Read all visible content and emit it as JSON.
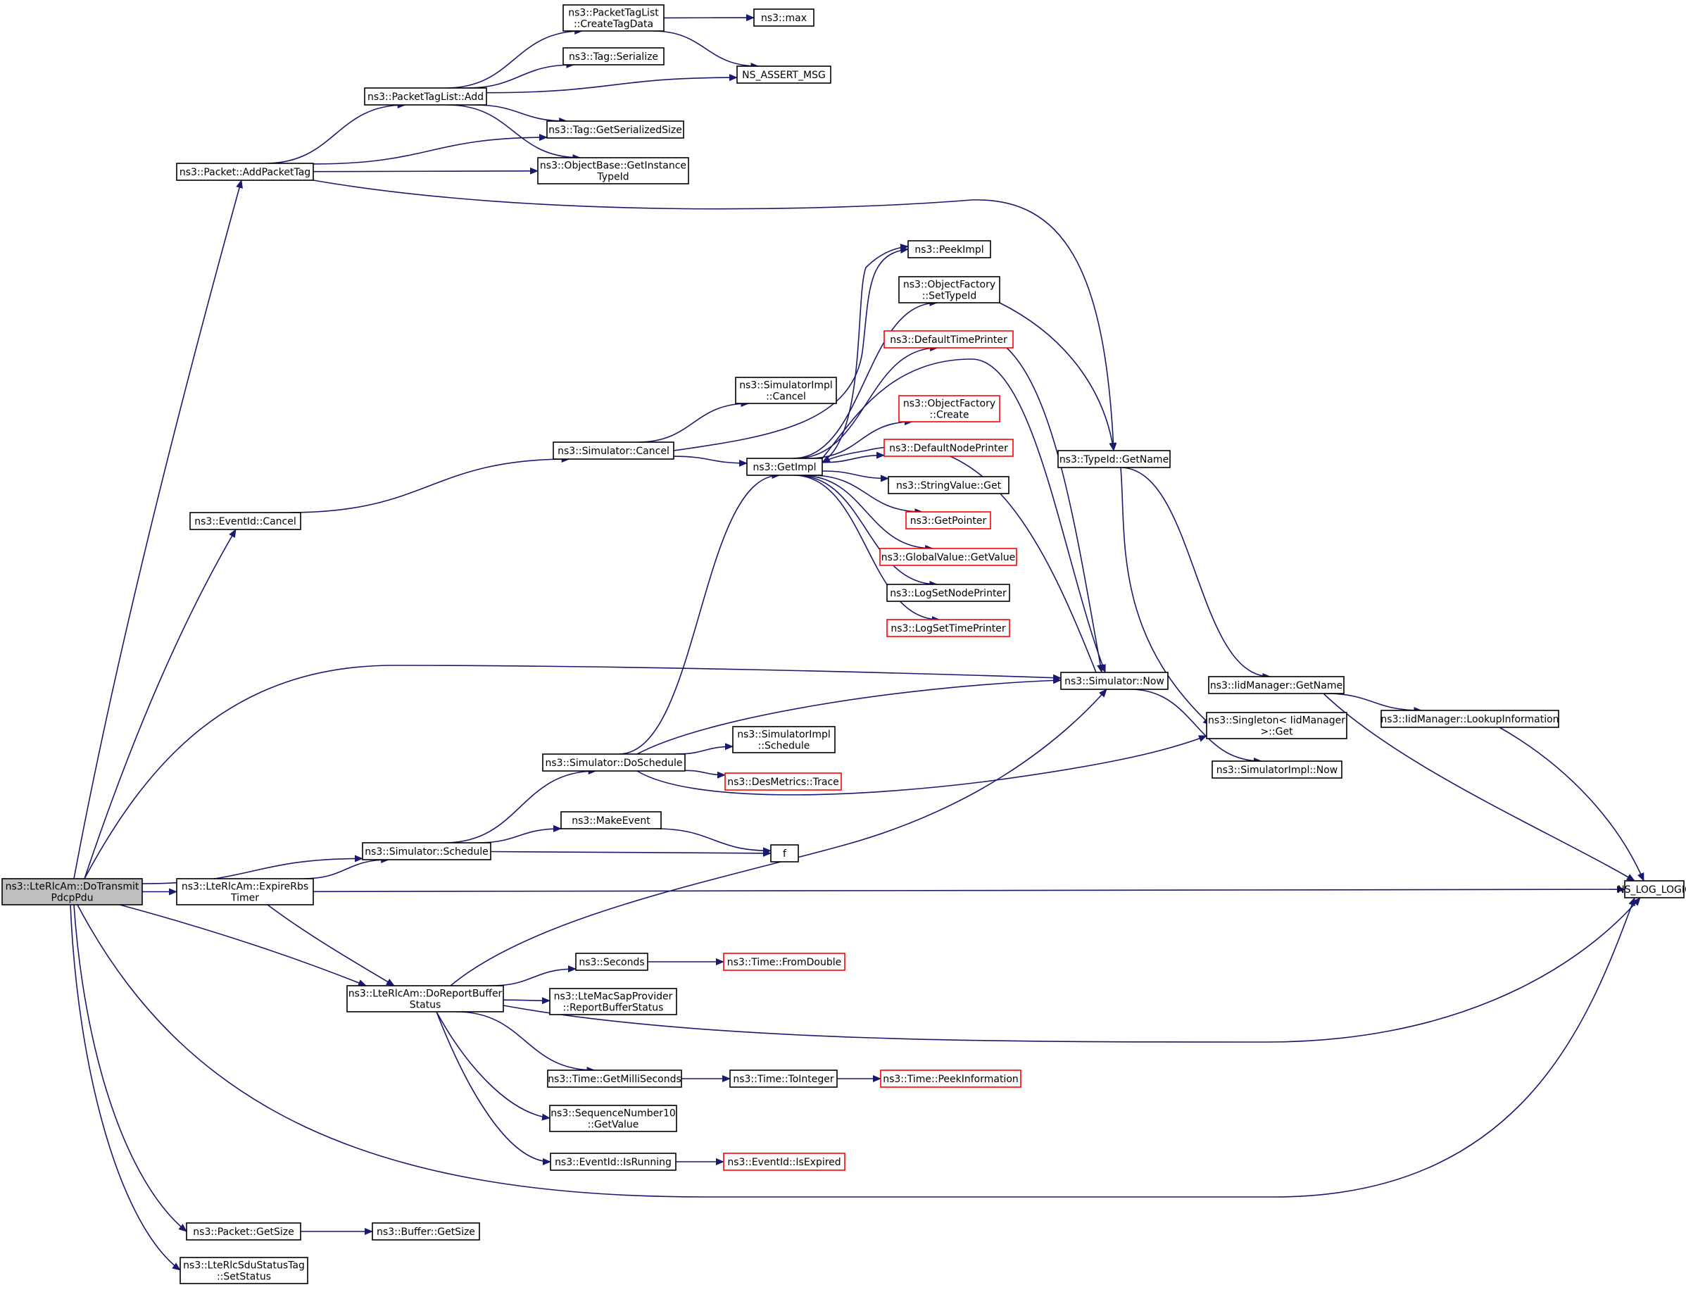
{
  "colors": {
    "edge": "#191970",
    "node_border": "#000000",
    "node_border_truncated": "#ff0000",
    "root_fill": "#bfbfbf",
    "node_fill": "#ffffff"
  },
  "nodes": [
    {
      "id": "root",
      "lines": [
        "ns3::LteRlcAm::DoTransmit",
        "PdcpPdu"
      ],
      "style": "root"
    },
    {
      "id": "addpackettag",
      "lines": [
        "ns3::Packet::AddPacketTag"
      ]
    },
    {
      "id": "eventidcancel",
      "lines": [
        "ns3::EventId::Cancel"
      ]
    },
    {
      "id": "expirerbs",
      "lines": [
        "ns3::LteRlcAm::ExpireRbs",
        "Timer"
      ]
    },
    {
      "id": "doreportbuffer",
      "lines": [
        "ns3::LteRlcAm::DoReportBuffer",
        "Status"
      ]
    },
    {
      "id": "packetgetsize",
      "lines": [
        "ns3::Packet::GetSize"
      ]
    },
    {
      "id": "setstatus",
      "lines": [
        "ns3::LteRlcSduStatusTag",
        "::SetStatus"
      ]
    },
    {
      "id": "ptladd",
      "lines": [
        "ns3::PacketTagList::Add"
      ]
    },
    {
      "id": "createtagdata",
      "lines": [
        "ns3::PacketTagList",
        "::CreateTagData"
      ]
    },
    {
      "id": "max",
      "lines": [
        "ns3::max"
      ]
    },
    {
      "id": "tagserialize",
      "lines": [
        "ns3::Tag::Serialize"
      ]
    },
    {
      "id": "nsassert",
      "lines": [
        "NS_ASSERT_MSG"
      ]
    },
    {
      "id": "taggetsersize",
      "lines": [
        "ns3::Tag::GetSerializedSize"
      ]
    },
    {
      "id": "getinstancetypeid",
      "lines": [
        "ns3::ObjectBase::GetInstance",
        "TypeId"
      ]
    },
    {
      "id": "simcancel",
      "lines": [
        "ns3::Simulator::Cancel"
      ]
    },
    {
      "id": "simimplcancel",
      "lines": [
        "ns3::SimulatorImpl",
        "::Cancel"
      ]
    },
    {
      "id": "getimpl",
      "lines": [
        "ns3::GetImpl"
      ]
    },
    {
      "id": "peekimpl",
      "lines": [
        "ns3::PeekImpl"
      ]
    },
    {
      "id": "ofsettypeid",
      "lines": [
        "ns3::ObjectFactory",
        "::SetTypeId"
      ]
    },
    {
      "id": "defaulttimeprinter",
      "lines": [
        "ns3::DefaultTimePrinter"
      ],
      "style": "truncated"
    },
    {
      "id": "ofcreate",
      "lines": [
        "ns3::ObjectFactory",
        "::Create"
      ],
      "style": "truncated"
    },
    {
      "id": "defaultnodeprinter",
      "lines": [
        "ns3::DefaultNodePrinter"
      ],
      "style": "truncated"
    },
    {
      "id": "stringvalueget",
      "lines": [
        "ns3::StringValue::Get"
      ]
    },
    {
      "id": "getpointer",
      "lines": [
        "ns3::GetPointer"
      ],
      "style": "truncated"
    },
    {
      "id": "globalvaluegetvalue",
      "lines": [
        "ns3::GlobalValue::GetValue"
      ],
      "style": "truncated"
    },
    {
      "id": "logsetnodeprinter",
      "lines": [
        "ns3::LogSetNodePrinter"
      ]
    },
    {
      "id": "logsettimeprinter",
      "lines": [
        "ns3::LogSetTimePrinter"
      ],
      "style": "truncated"
    },
    {
      "id": "typeidgetname",
      "lines": [
        "ns3::TypeId::GetName"
      ]
    },
    {
      "id": "simnow",
      "lines": [
        "ns3::Simulator::Now"
      ]
    },
    {
      "id": "iidgetname",
      "lines": [
        "ns3::IidManager::GetName"
      ]
    },
    {
      "id": "lookupinfo",
      "lines": [
        "ns3::IidManager::LookupInformation"
      ]
    },
    {
      "id": "singletonget",
      "lines": [
        "ns3::Singleton< IidManager",
        " >::Get"
      ]
    },
    {
      "id": "simimplnow",
      "lines": [
        "ns3::SimulatorImpl::Now"
      ]
    },
    {
      "id": "simdoschedule",
      "lines": [
        "ns3::Simulator::DoSchedule"
      ]
    },
    {
      "id": "simimplschedule",
      "lines": [
        "ns3::SimulatorImpl",
        "::Schedule"
      ]
    },
    {
      "id": "desmetricstrace",
      "lines": [
        "ns3::DesMetrics::Trace"
      ],
      "style": "truncated"
    },
    {
      "id": "makeevent",
      "lines": [
        "ns3::MakeEvent"
      ]
    },
    {
      "id": "simschedule",
      "lines": [
        "ns3::Simulator::Schedule"
      ]
    },
    {
      "id": "f",
      "lines": [
        "f"
      ]
    },
    {
      "id": "nsloglogic",
      "lines": [
        "NS_LOG_LOGIC"
      ]
    },
    {
      "id": "seconds",
      "lines": [
        "ns3::Seconds"
      ]
    },
    {
      "id": "timefromdouble",
      "lines": [
        "ns3::Time::FromDouble"
      ],
      "style": "truncated"
    },
    {
      "id": "reportbufferstatus",
      "lines": [
        "ns3::LteMacSapProvider",
        "::ReportBufferStatus"
      ]
    },
    {
      "id": "getmilliseconds",
      "lines": [
        "ns3::Time::GetMilliSeconds"
      ]
    },
    {
      "id": "tointeger",
      "lines": [
        "ns3::Time::ToInteger"
      ]
    },
    {
      "id": "peekinformation",
      "lines": [
        "ns3::Time::PeekInformation"
      ],
      "style": "truncated"
    },
    {
      "id": "seqnumgetvalue",
      "lines": [
        "ns3::SequenceNumber10",
        "::GetValue"
      ]
    },
    {
      "id": "isrunning",
      "lines": [
        "ns3::EventId::IsRunning"
      ]
    },
    {
      "id": "isexpired",
      "lines": [
        "ns3::EventId::IsExpired"
      ],
      "style": "truncated"
    },
    {
      "id": "buffergetsize",
      "lines": [
        "ns3::Buffer::GetSize"
      ]
    }
  ],
  "edges": [
    [
      "root",
      "addpackettag"
    ],
    [
      "root",
      "eventidcancel"
    ],
    [
      "root",
      "simnow"
    ],
    [
      "root",
      "simschedule"
    ],
    [
      "root",
      "expirerbs"
    ],
    [
      "root",
      "doreportbuffer"
    ],
    [
      "root",
      "nsloglogic"
    ],
    [
      "root",
      "packetgetsize"
    ],
    [
      "root",
      "setstatus"
    ],
    [
      "addpackettag",
      "ptladd"
    ],
    [
      "addpackettag",
      "taggetsersize"
    ],
    [
      "addpackettag",
      "getinstancetypeid"
    ],
    [
      "addpackettag",
      "typeidgetname"
    ],
    [
      "ptladd",
      "createtagdata"
    ],
    [
      "ptladd",
      "tagserialize"
    ],
    [
      "ptladd",
      "nsassert"
    ],
    [
      "ptladd",
      "taggetsersize"
    ],
    [
      "ptladd",
      "getinstancetypeid"
    ],
    [
      "createtagdata",
      "max"
    ],
    [
      "createtagdata",
      "nsassert"
    ],
    [
      "eventidcancel",
      "simcancel"
    ],
    [
      "simcancel",
      "simimplcancel"
    ],
    [
      "simcancel",
      "getimpl"
    ],
    [
      "simcancel",
      "peekimpl"
    ],
    [
      "getimpl",
      "peekimpl"
    ],
    [
      "getimpl",
      "ofsettypeid"
    ],
    [
      "getimpl",
      "defaulttimeprinter"
    ],
    [
      "getimpl",
      "simnow"
    ],
    [
      "getimpl",
      "ofcreate"
    ],
    [
      "getimpl",
      "defaultnodeprinter"
    ],
    [
      "getimpl",
      "stringvalueget"
    ],
    [
      "getimpl",
      "getpointer"
    ],
    [
      "getimpl",
      "globalvaluegetvalue"
    ],
    [
      "getimpl",
      "logsetnodeprinter"
    ],
    [
      "getimpl",
      "logsettimeprinter"
    ],
    [
      "ofsettypeid",
      "typeidgetname"
    ],
    [
      "defaulttimeprinter",
      "simnow"
    ],
    [
      "typeidgetname",
      "iidgetname"
    ],
    [
      "typeidgetname",
      "singletonget"
    ],
    [
      "iidgetname",
      "lookupinfo"
    ],
    [
      "iidgetname",
      "nsloglogic"
    ],
    [
      "lookupinfo",
      "nsloglogic"
    ],
    [
      "simnow",
      "getimpl"
    ],
    [
      "simnow",
      "simimplnow"
    ],
    [
      "simdoschedule",
      "getimpl"
    ],
    [
      "simdoschedule",
      "simnow"
    ],
    [
      "simdoschedule",
      "simimplschedule"
    ],
    [
      "simdoschedule",
      "desmetricstrace"
    ],
    [
      "simdoschedule",
      "singletonget"
    ],
    [
      "simschedule",
      "simdoschedule"
    ],
    [
      "simschedule",
      "makeevent"
    ],
    [
      "simschedule",
      "f"
    ],
    [
      "makeevent",
      "f"
    ],
    [
      "expirerbs",
      "simschedule"
    ],
    [
      "expirerbs",
      "nsloglogic"
    ],
    [
      "expirerbs",
      "doreportbuffer"
    ],
    [
      "doreportbuffer",
      "simnow"
    ],
    [
      "doreportbuffer",
      "seconds"
    ],
    [
      "doreportbuffer",
      "reportbufferstatus"
    ],
    [
      "doreportbuffer",
      "nsloglogic"
    ],
    [
      "doreportbuffer",
      "getmilliseconds"
    ],
    [
      "doreportbuffer",
      "seqnumgetvalue"
    ],
    [
      "doreportbuffer",
      "isrunning"
    ],
    [
      "seconds",
      "timefromdouble"
    ],
    [
      "getmilliseconds",
      "tointeger"
    ],
    [
      "tointeger",
      "peekinformation"
    ],
    [
      "isrunning",
      "isexpired"
    ],
    [
      "packetgetsize",
      "buffergetsize"
    ]
  ]
}
